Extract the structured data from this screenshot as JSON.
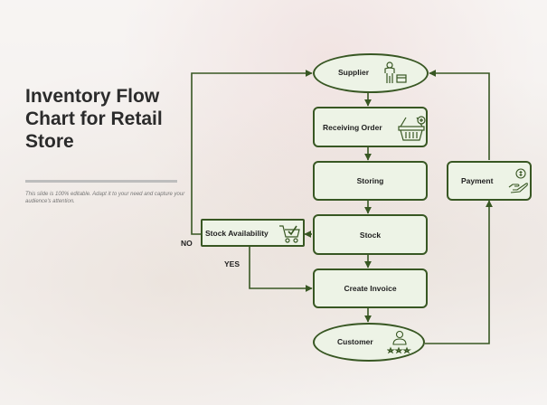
{
  "slide": {
    "title": "Inventory Flow Chart for Retail Store",
    "subtitle": "This slide is 100% editable. Adapt it to your need and capture your audience's attention."
  },
  "nodes": {
    "supplier": "Supplier",
    "receiving_order": "Receiving Order",
    "storing": "Storing",
    "stock": "Stock",
    "stock_availability": "Stock Availability",
    "create_invoice": "Create Invoice",
    "customer": "Customer",
    "payment": "Payment"
  },
  "edge_labels": {
    "no": "NO",
    "yes": "YES"
  },
  "colors": {
    "stroke": "#385723",
    "fill": "#edf3e6"
  },
  "icons": {
    "supplier": "person-with-box-icon",
    "receiving_order": "shopping-basket-icon",
    "stock_availability": "cart-check-icon",
    "customer": "user-rating-icon",
    "payment": "hand-coin-icon"
  }
}
